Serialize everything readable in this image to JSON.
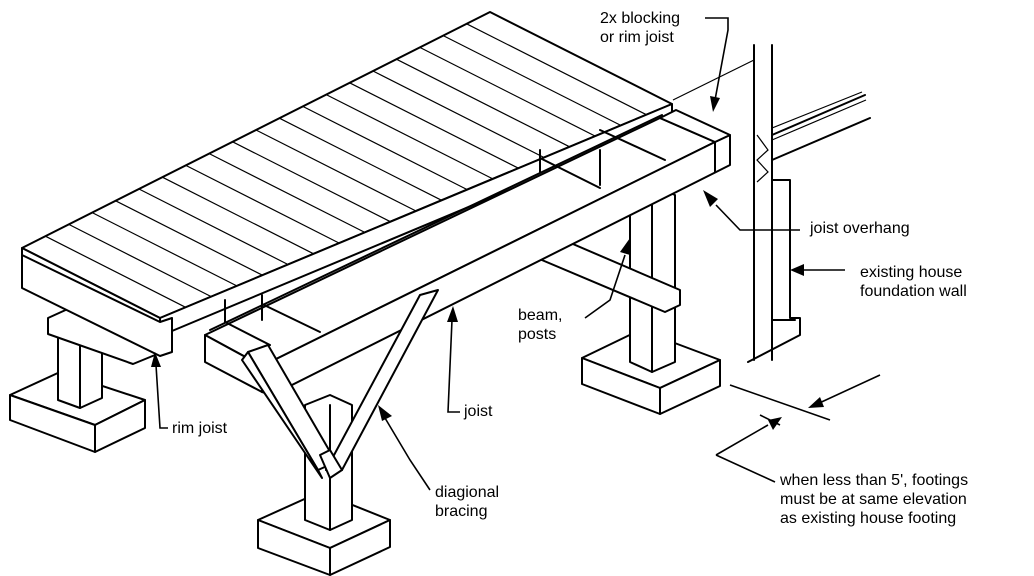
{
  "labels": {
    "blocking": [
      "2x blocking",
      "or rim joist"
    ],
    "joist_overhang": "joist overhang",
    "foundation_wall": [
      "existing house",
      "foundation wall"
    ],
    "beam_posts": [
      "beam,",
      "posts"
    ],
    "joist": "joist",
    "rim_joist": "rim joist",
    "diagonal_bracing": [
      "diagional",
      "bracing"
    ],
    "footing_note": [
      "when less than 5', footings",
      "must be at same elevation",
      "as existing house footing"
    ]
  }
}
